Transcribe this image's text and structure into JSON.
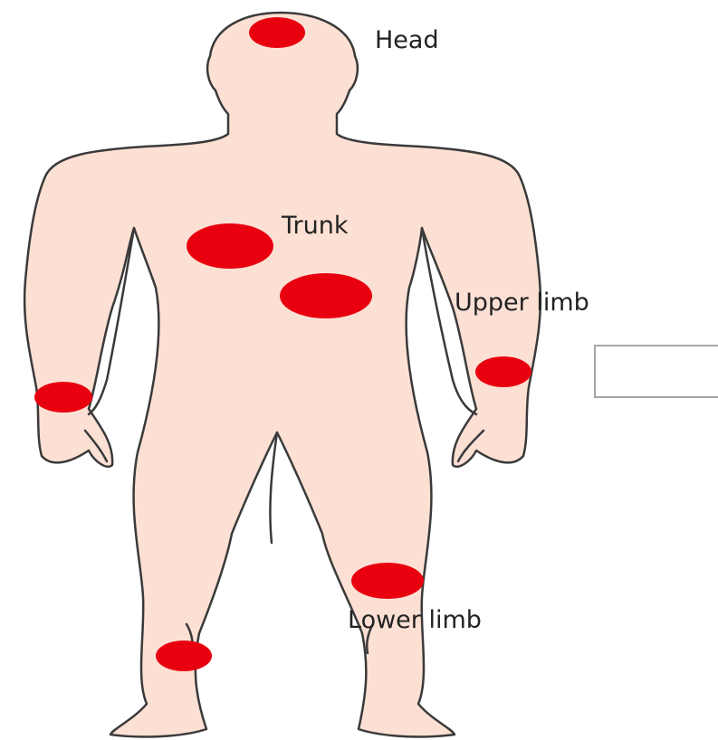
{
  "labels": {
    "head": "Head",
    "trunk": "Trunk",
    "upper_limb": "Upper limb",
    "lower_limb": "Lower limb"
  },
  "colors": {
    "skin": "#fce0d4",
    "outline": "#3a3a3a",
    "marker": "#e8000f"
  }
}
